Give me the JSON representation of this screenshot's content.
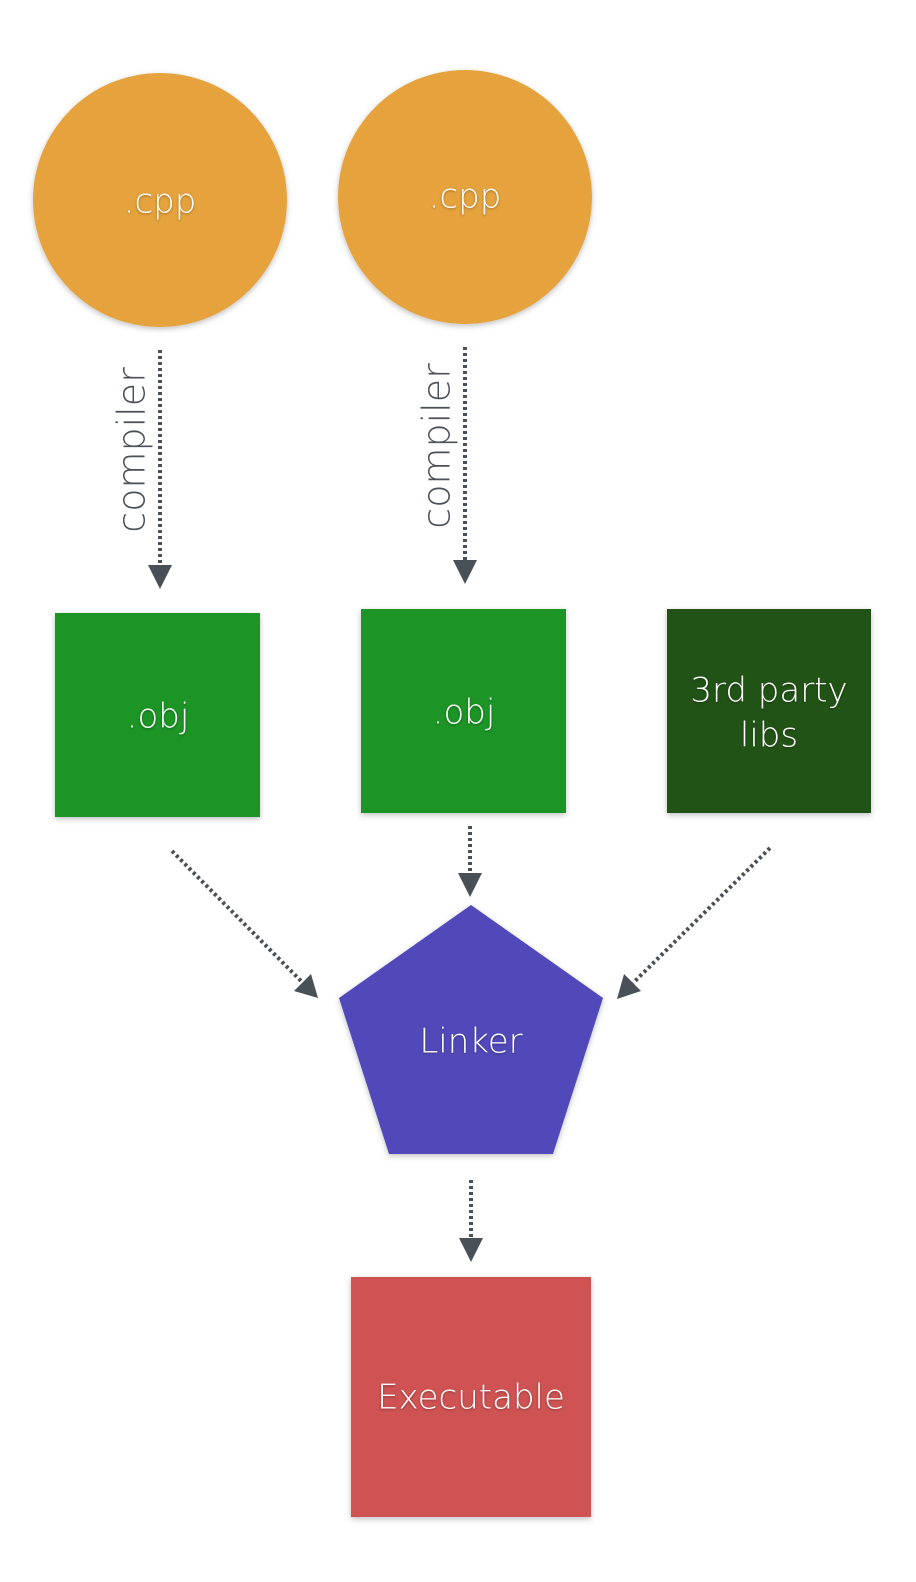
{
  "nodes": {
    "cpp_left": {
      "label": ".cpp",
      "color": "#E5A23D",
      "shape": "circle"
    },
    "cpp_right": {
      "label": ".cpp",
      "color": "#E5A23D",
      "shape": "circle"
    },
    "obj_left": {
      "label": ".obj",
      "color": "#1F9427",
      "shape": "square"
    },
    "obj_right": {
      "label": ".obj",
      "color": "#1F9427",
      "shape": "square"
    },
    "libs": {
      "label_line1": "3rd party",
      "label_line2": "libs",
      "color": "#245217",
      "shape": "square"
    },
    "linker": {
      "label": "Linker",
      "color": "#5149B9",
      "shape": "pentagon"
    },
    "executable": {
      "label": "Executable",
      "color": "#CF5353",
      "shape": "rectangle"
    }
  },
  "edges": {
    "compile_left": {
      "from": "cpp_left",
      "to": "obj_left",
      "label": "compiler",
      "style": "dotted"
    },
    "compile_right": {
      "from": "cpp_right",
      "to": "obj_right",
      "label": "compiler",
      "style": "dotted"
    },
    "link_obj_left": {
      "from": "obj_left",
      "to": "linker",
      "style": "dotted"
    },
    "link_obj_right": {
      "from": "obj_right",
      "to": "linker",
      "style": "dotted"
    },
    "link_libs": {
      "from": "libs",
      "to": "linker",
      "style": "dotted"
    },
    "produce_exe": {
      "from": "linker",
      "to": "executable",
      "style": "dotted"
    }
  }
}
